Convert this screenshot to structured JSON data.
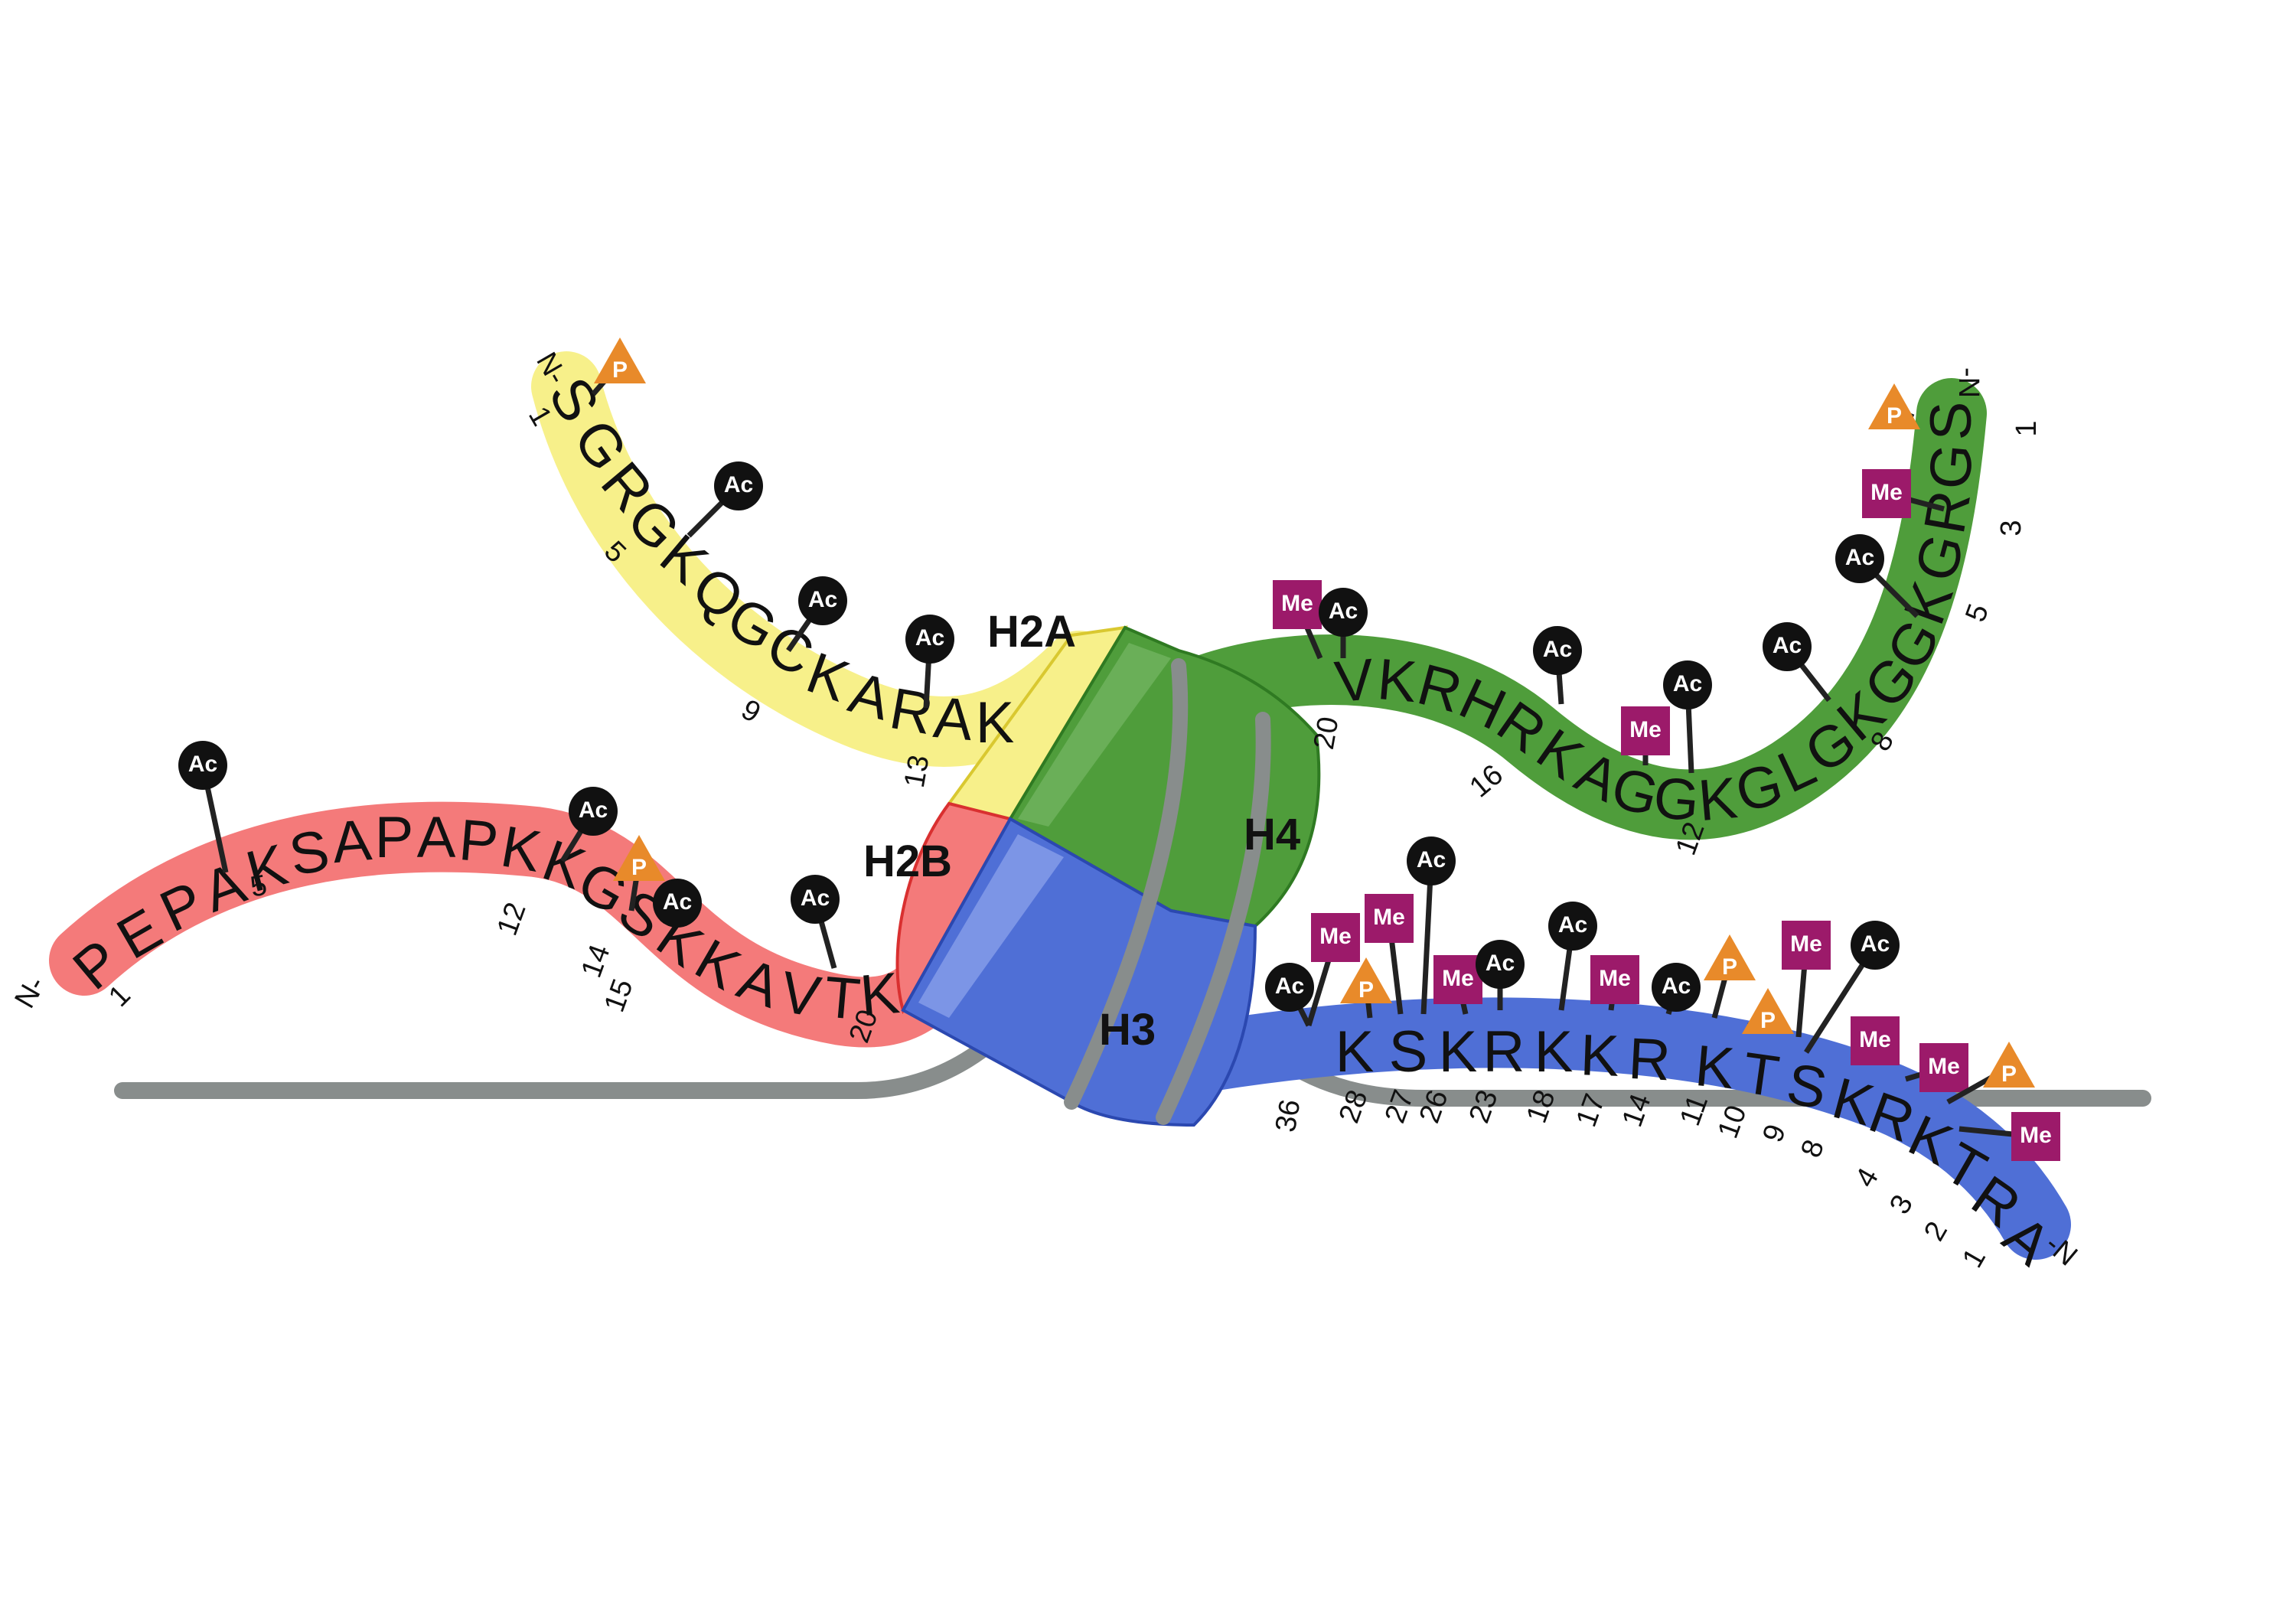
{
  "colors": {
    "h2a": "#f7f08a",
    "h2b": "#f47a7a",
    "h3": "#4f6fd6",
    "h4": "#4f9d3b",
    "dna": "#888d8c",
    "ac": "#111111",
    "me": "#9c1a6a",
    "p": "#e88a2a"
  },
  "labels": {
    "h2a": "H2A",
    "h2b": "H2B",
    "h3": "H3",
    "h4": "H4",
    "n_terminus": "N-",
    "n_terminus_rev": "-N"
  },
  "mod_tags": {
    "ac": "Ac",
    "me": "Me",
    "p": "P"
  },
  "h2a": {
    "sequence": [
      "S",
      "G",
      "R",
      "G",
      "K",
      "Q",
      "G",
      "C",
      "K",
      "A",
      "R",
      "A",
      "K"
    ],
    "numbers": [
      "1",
      "5",
      "9",
      "13"
    ]
  },
  "h2b": {
    "sequence": [
      "P",
      "E",
      "P",
      "A",
      "K",
      "S",
      "A",
      "P",
      "A",
      "P",
      "K",
      "K",
      "G",
      "S",
      "K",
      "K",
      "A",
      "V",
      "T",
      "K"
    ],
    "numbers": [
      "1",
      "5",
      "12",
      "14",
      "15",
      "20"
    ]
  },
  "h4": {
    "sequence": [
      "S",
      "G",
      "R",
      "G",
      "K",
      "G",
      "G",
      "K",
      "G",
      "L",
      "G",
      "K",
      "G",
      "G",
      "A",
      "K",
      "R",
      "H",
      "R",
      "K",
      "V"
    ],
    "numbers": [
      "1",
      "3",
      "5",
      "8",
      "12",
      "16",
      "20"
    ]
  },
  "h3": {
    "sequence": [
      "A",
      "R",
      "T",
      "K",
      "R",
      "K",
      "S",
      "T",
      "K",
      "R",
      "K",
      "K",
      "R",
      "K",
      "S",
      "K"
    ],
    "numbers": [
      "1",
      "2",
      "3",
      "4",
      "8",
      "9",
      "10",
      "11",
      "14",
      "17",
      "18",
      "23",
      "26",
      "27",
      "28",
      "36"
    ]
  }
}
